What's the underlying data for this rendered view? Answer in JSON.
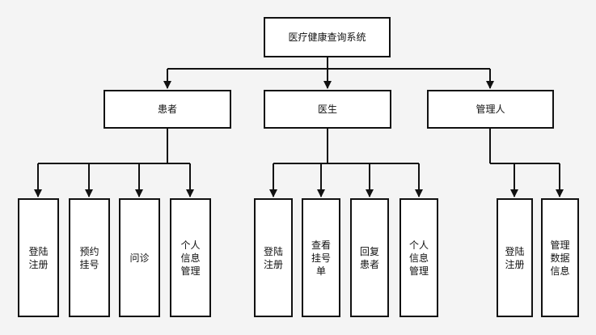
{
  "diagram": {
    "root": "医疗健康查询系统",
    "branches": [
      {
        "label": "患者",
        "children": [
          "登陆\n注册",
          "预约\n挂号",
          "问诊",
          "个人\n信息\n管理"
        ]
      },
      {
        "label": "医生",
        "children": [
          "登陆\n注册",
          "查看\n挂号\n单",
          "回复\n患者",
          "个人\n信息\n管理"
        ]
      },
      {
        "label": "管理人",
        "children": [
          "登陆\n注册",
          "管理\n数据\n信息"
        ]
      }
    ]
  }
}
